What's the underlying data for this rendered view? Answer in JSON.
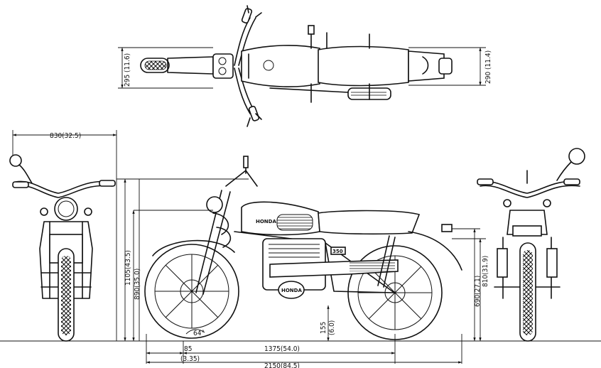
{
  "dimensions": {
    "top_front_width": "295",
    "top_front_width_in": "(11.6)",
    "top_rear_width": "290",
    "top_rear_width_in": "(11.4)",
    "overall_width": "830",
    "overall_width_in": "(32.5)",
    "overall_height": "1105",
    "overall_height_in": "(43.5)",
    "handlebar_height": "890",
    "handlebar_height_in": "(35.0)",
    "seat_height": "810",
    "seat_height_in": "(31.9)",
    "rear_height": "690",
    "rear_height_in": "(27.1)",
    "ground_clearance": "155",
    "ground_clearance_in": "(6.0)",
    "front_overhang": "85",
    "front_overhang_in": "(3.35)",
    "wheelbase": "1375",
    "wheelbase_in": "(54.0)",
    "overall_length": "2150",
    "overall_length_in": "(84.5)",
    "caster_angle": "64°"
  },
  "labels": {
    "tank_brand": "HONDA",
    "engine_brand": "HONDA",
    "engine_badge": "350"
  }
}
